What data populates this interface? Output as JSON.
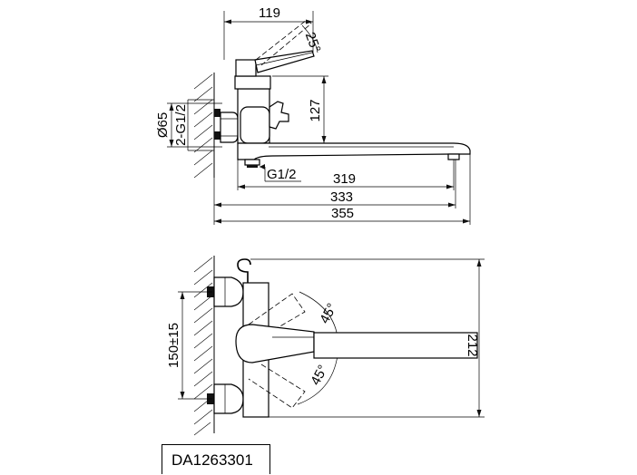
{
  "drawing": {
    "model_code": "DA1263301",
    "top_view": {
      "dim_119": "119",
      "dim_25deg": "25°",
      "dim_127": "127",
      "dim_dia65": "Ø65",
      "dim_thread_inlet": "2-G1/2",
      "dim_thread_outlet": "G1/2",
      "dim_319": "319",
      "dim_333": "333",
      "dim_355": "355"
    },
    "front_view": {
      "dim_45_upper": "45°",
      "dim_45_lower": "45°",
      "dim_150": "150±15",
      "dim_212": "212"
    }
  }
}
